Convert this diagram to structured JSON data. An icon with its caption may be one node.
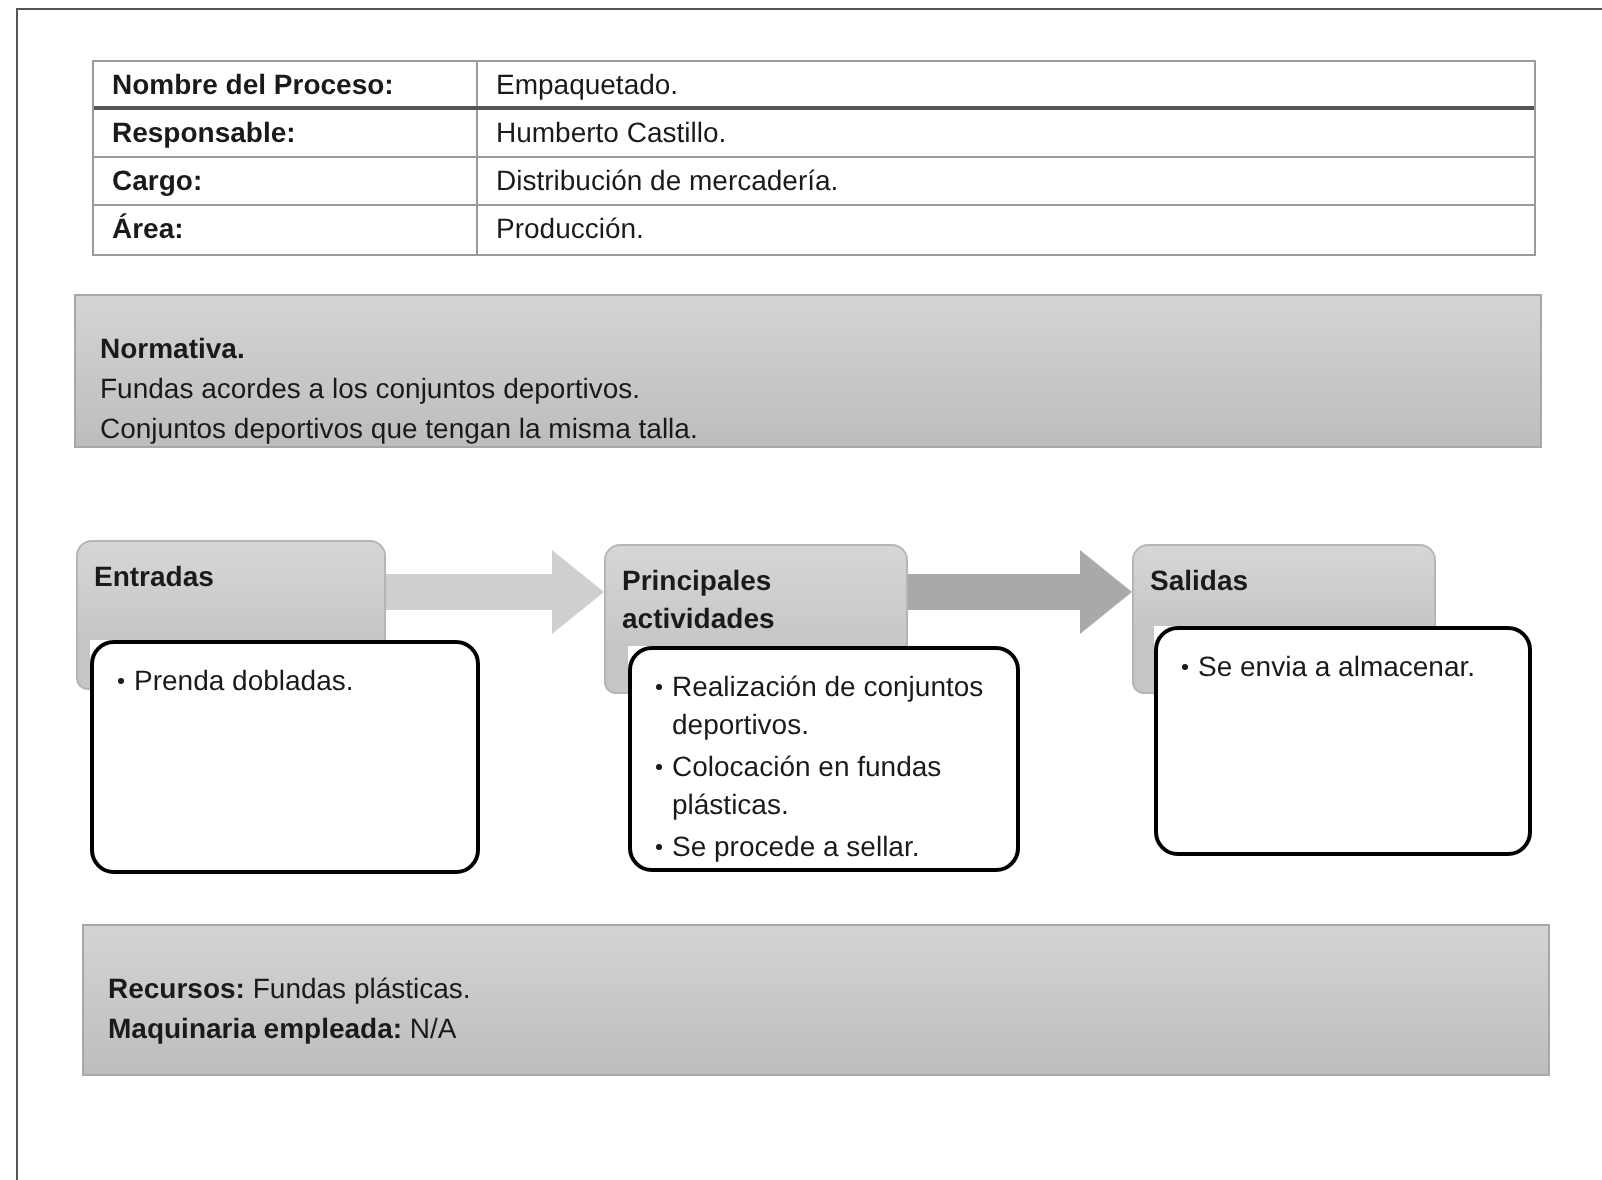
{
  "diagram": {
    "nodes": [
      {
        "text": [
          "Normativa.",
          "Fundas acordes a los conjuntos deportivos.",
          "Conjuntos deportivos que tengan la misma talla."
        ]
      },
      {
        "text": [
          "Entradas"
        ]
      },
      {
        "text": [
          "Prenda dobladas."
        ]
      },
      {
        "text": [
          "Principales actividades"
        ]
      },
      {
        "text": [
          "Realización de conjuntos deportivos.",
          "Colocación en fundas plásticas.",
          "Se procede a sellar."
        ]
      },
      {
        "text": [
          "Salidas"
        ]
      },
      {
        "text": [
          "Se envia a almacenar."
        ]
      },
      {
        "text": [
          "**Recursos:** Fundas plásticas.",
          "**Maquinaria empleada:** N/A"
        ]
      }
    ],
    "edges": [
      {
        "from": 1,
        "to": 3,
        "arrow": "to"
      },
      {
        "from": 3,
        "to": 5,
        "arrow": "to",
        "color": "#a9a9a9"
      }
    ],
    "labels": [
      "Nombre del Proceso:",
      "Empaquetado.",
      "Responsable:",
      "Humberto Castillo.",
      "Cargo:",
      "Distribución de mercadería.",
      "Área:",
      "Producción."
    ]
  }
}
